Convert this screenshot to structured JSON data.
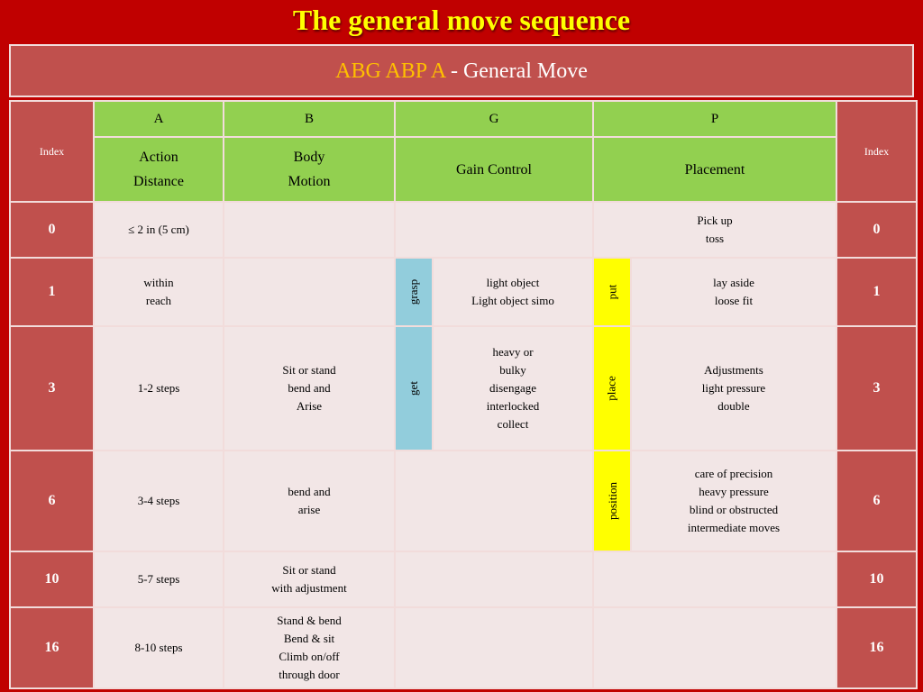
{
  "title": "The general move sequence",
  "header": {
    "code": "ABG  ABP  A",
    "separator": " - ",
    "label": "General Move"
  },
  "columns": {
    "index": "Index",
    "a": {
      "letter": "A",
      "line1": "Action",
      "line2": "Distance"
    },
    "b": {
      "letter": "B",
      "line1": "Body",
      "line2": "Motion"
    },
    "g": {
      "letter": "G",
      "label": "Gain Control"
    },
    "p": {
      "letter": "P",
      "label": "Placement"
    }
  },
  "rows": [
    {
      "index": "0",
      "a": [
        "≤ 2 in (5 cm)"
      ],
      "b": [],
      "g_tag": "",
      "g": [],
      "p_tag": "",
      "p": [
        "Pick up",
        "toss"
      ]
    },
    {
      "index": "1",
      "a": [
        "within",
        "reach"
      ],
      "b": [],
      "g_tag": "grasp",
      "g": [
        "light object",
        "Light object simo"
      ],
      "p_tag": "put",
      "p": [
        "lay aside",
        "loose fit"
      ]
    },
    {
      "index": "3",
      "a": [
        "1-2 steps"
      ],
      "b": [
        "Sit or stand",
        "bend and",
        "Arise"
      ],
      "g_tag": "get",
      "g": [
        "heavy or",
        "bulky",
        "disengage",
        "interlocked",
        "collect"
      ],
      "p_tag": "place",
      "p": [
        "Adjustments",
        "light pressure",
        "double"
      ]
    },
    {
      "index": "6",
      "a": [
        "3-4 steps"
      ],
      "b": [
        "bend and",
        "arise"
      ],
      "g_tag": "",
      "g": [],
      "p_tag": "position",
      "p": [
        "care of precision",
        "heavy pressure",
        "blind or obstructed",
        "intermediate moves"
      ]
    },
    {
      "index": "10",
      "a": [
        "5-7 steps"
      ],
      "b": [
        "Sit or stand",
        "with adjustment"
      ],
      "g_tag": "",
      "g": [],
      "p_tag": "",
      "p": []
    },
    {
      "index": "16",
      "a": [
        "8-10 steps"
      ],
      "b": [
        "Stand & bend",
        "Bend & sit",
        "Climb on/off",
        "through door"
      ],
      "g_tag": "",
      "g": [],
      "p_tag": "",
      "p": []
    }
  ],
  "colors": {
    "background": "#c00000",
    "title": "#ffff00",
    "index_cell": "#c0504d",
    "header_green": "#92d050",
    "body_cell": "#f2e6e6",
    "get_tag": "#92cddc",
    "put_tag": "#ffff00",
    "code_orange": "#ffc000"
  }
}
